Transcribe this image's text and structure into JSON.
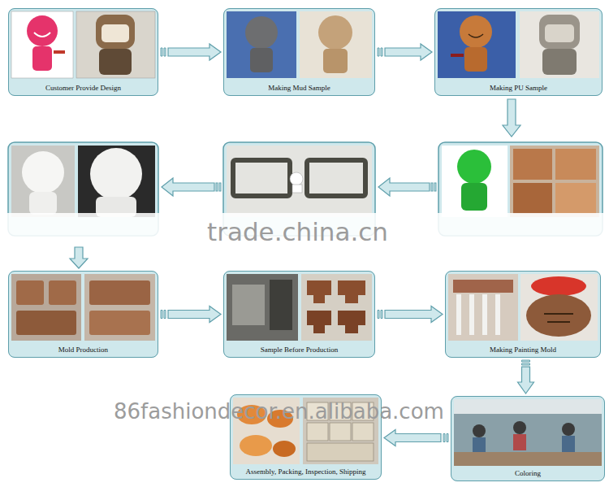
{
  "diagram": {
    "nodes": [
      {
        "text": [
          "Customer Provide Design"
        ]
      },
      {
        "text": [
          "Making Mud Sample"
        ]
      },
      {
        "text": [
          "Making PU Sample"
        ]
      },
      {
        "text": [
          "Mold Production"
        ]
      },
      {
        "text": [
          "Sample Before Production"
        ]
      },
      {
        "text": [
          "Making Painting Mold"
        ]
      },
      {
        "text": [
          "Coloring"
        ]
      },
      {
        "text": [
          "Assembly, Packing, Inspection, Shipping"
        ]
      }
    ],
    "edges": [
      {
        "from": 0,
        "to": 1,
        "arrow": "to"
      },
      {
        "from": 1,
        "to": 2,
        "arrow": "to"
      },
      {
        "from": 3,
        "to": 4,
        "arrow": "to"
      },
      {
        "from": 4,
        "to": 5,
        "arrow": "to"
      },
      {
        "from": 5,
        "to": 6,
        "arrow": "to"
      },
      {
        "from": 6,
        "to": 7,
        "arrow": "to"
      }
    ],
    "labels": [
      "trade.china.cn",
      "86fashiondecor.en.alibaba.com"
    ]
  }
}
